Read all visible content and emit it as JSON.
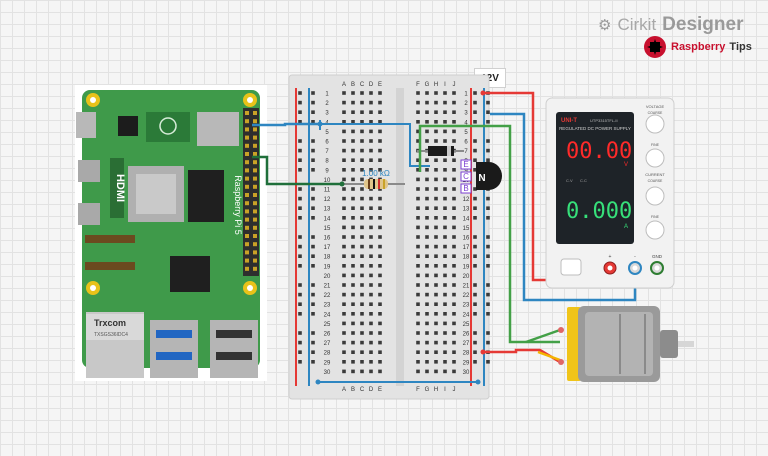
{
  "branding": {
    "product_a": "Cirkit",
    "product_b": "Designer",
    "publisher_a": "Raspberry",
    "publisher_b": "Tips"
  },
  "supply_label": "12V",
  "breadboard": {
    "columns_left": [
      "A",
      "B",
      "C",
      "D",
      "E"
    ],
    "columns_right": [
      "F",
      "G",
      "H",
      "I",
      "J"
    ],
    "row_count": 30
  },
  "raspberry_pi": {
    "board_name": "Raspberry Pi 5",
    "hdmi_label": "HDMI",
    "chip_vendor": "Trxcom",
    "chip_code": "TXSGS36IDC4"
  },
  "resistor": {
    "label": "1.00 kΩ"
  },
  "transistor": {
    "part": "N",
    "pins": [
      "E",
      "C",
      "B"
    ]
  },
  "power_supply": {
    "brand": "UNI-T",
    "model": "UTP3315TFL-II",
    "title": "REGULATED DC POWER SUPPLY",
    "voltage_display": "00.00",
    "voltage_unit": "V",
    "current_display": "0.000",
    "current_unit": "A",
    "knob_labels": [
      "VOLTAGE",
      "FINE",
      "CURRENT",
      "FINE"
    ],
    "coarse_label": "COARSE",
    "terminal_labels": [
      "+",
      "-",
      "GND"
    ],
    "indicator_labels": [
      "C.V",
      "C.C"
    ]
  },
  "colors": {
    "wire_red": "#e53935",
    "wire_blue": "#2e86c1",
    "wire_green": "#43a047",
    "wire_yellow": "#f4b400",
    "wire_dark_green": "#1f6f3a",
    "pi_board": "#3f9a4a",
    "display_red": "#ff2a2a",
    "display_green": "#36e07a"
  }
}
